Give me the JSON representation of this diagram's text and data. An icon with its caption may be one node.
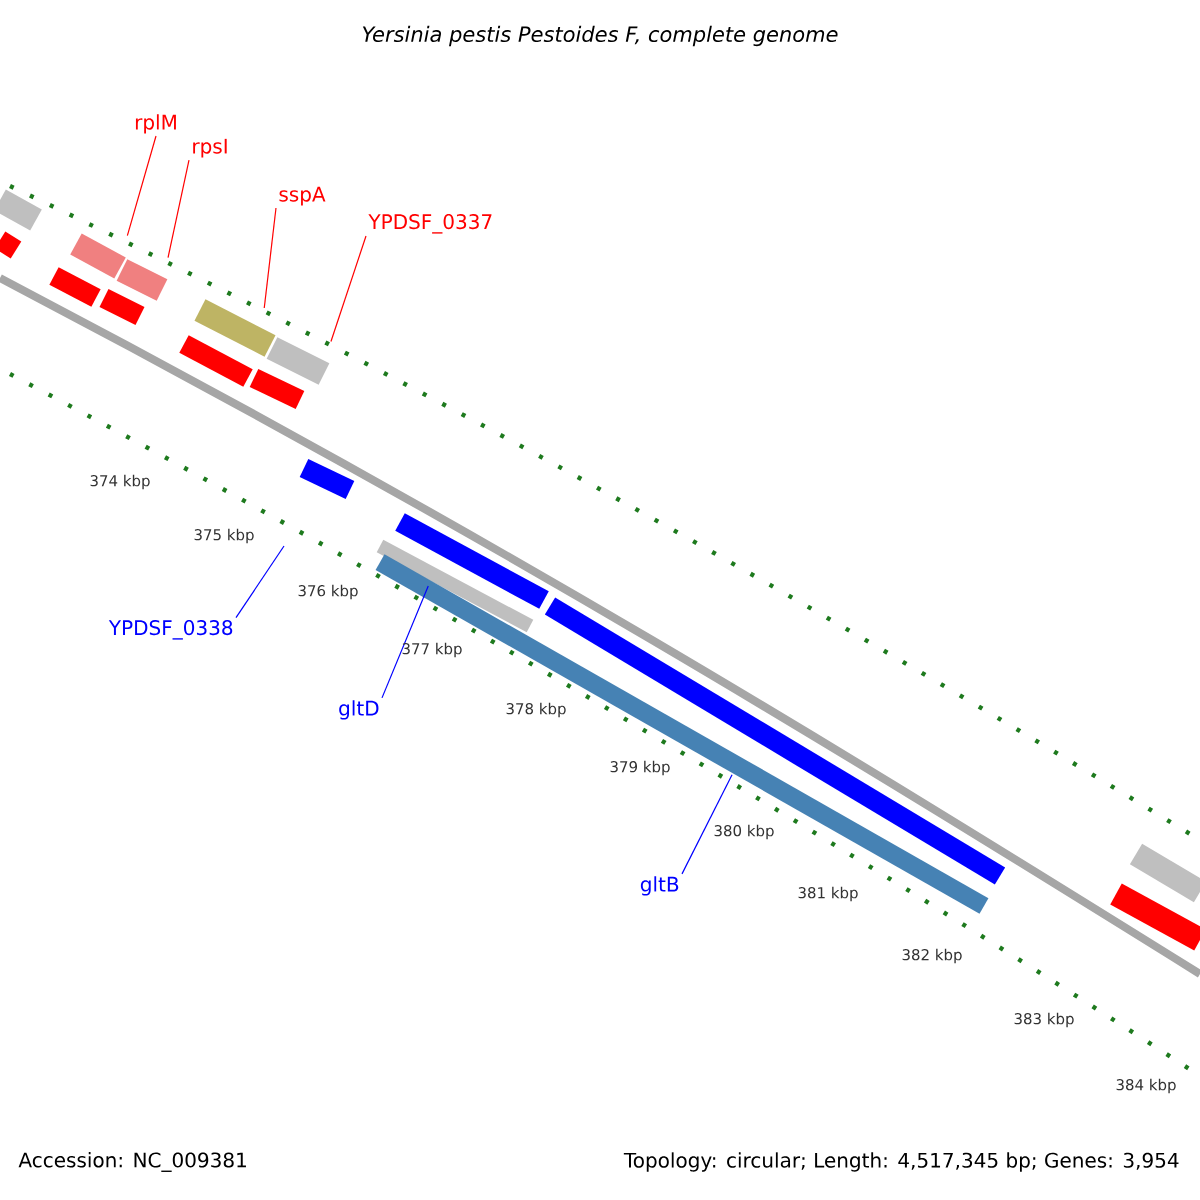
{
  "diagram": {
    "title": "Yersinia pestis Pestoides F, complete genome",
    "nodes": [
      {
        "text": [
          "rplM"
        ]
      },
      {
        "text": [
          "rpsI"
        ]
      },
      {
        "text": [
          "sspA"
        ]
      },
      {
        "text": [
          "YPDSF_0337"
        ]
      },
      {
        "text": [
          "YPDSF_0338"
        ]
      },
      {
        "text": [
          "gltD"
        ]
      },
      {
        "text": [
          "gltB"
        ]
      },
      {
        "text": [],
        "shape": "bar"
      },
      {
        "text": [],
        "shape": "bar"
      },
      {
        "text": [],
        "shape": "bar"
      },
      {
        "text": [],
        "shape": "bar"
      },
      {
        "text": [],
        "shape": "bar"
      },
      {
        "text": [],
        "shape": "bar"
      }
    ],
    "edges": [
      {
        "from": 0,
        "to": 7,
        "arrow": "none"
      },
      {
        "from": 1,
        "to": 8,
        "arrow": "none"
      },
      {
        "from": 2,
        "to": 9,
        "arrow": "none"
      },
      {
        "from": 3,
        "to": 10,
        "arrow": "none"
      },
      {
        "from": 4,
        "to": null,
        "arrow": "none",
        "color": "#0000ff"
      },
      {
        "from": 5,
        "to": 11,
        "arrow": "none",
        "color": "#0000ff"
      },
      {
        "from": 6,
        "to": 12,
        "arrow": "none",
        "color": "#0000ff"
      }
    ],
    "labels": [
      "374 kbp",
      "375 kbp",
      "376 kbp",
      "377 kbp",
      "378 kbp",
      "379 kbp",
      "380 kbp",
      "381 kbp",
      "382 kbp",
      "383 kbp",
      "384 kbp",
      "Accession: NC_009381",
      "Topology: circular; Length: 4,517,345 bp; Genes: 3,954"
    ]
  }
}
